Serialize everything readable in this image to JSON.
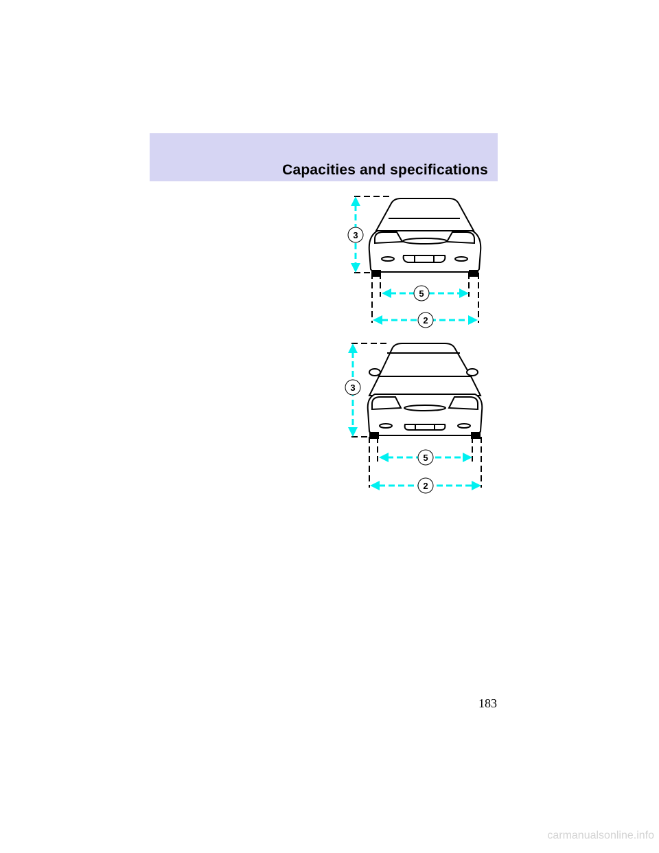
{
  "header": {
    "title": "Capacities and specifications"
  },
  "diagrams": [
    {
      "name": "sedan front view",
      "callouts": {
        "height": "3",
        "track": "5",
        "width": "2"
      }
    },
    {
      "name": "wagon front view",
      "callouts": {
        "height": "3",
        "track": "5",
        "width": "2"
      }
    }
  ],
  "colors": {
    "header_band": "#d6d5f3",
    "dimension_arrow": "#00f0f0",
    "footer_link": "#d3d3d3"
  },
  "page": {
    "number": "183"
  },
  "footer": {
    "link": "carmanualsonline.info"
  }
}
